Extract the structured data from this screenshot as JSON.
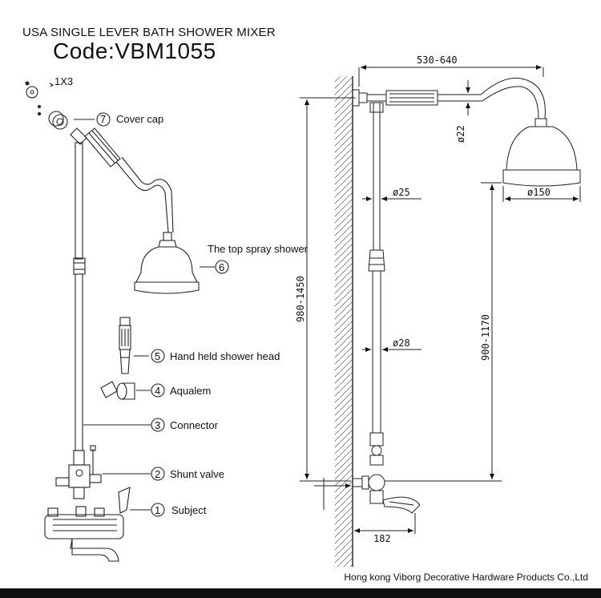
{
  "header": {
    "subtitle": "USA SINGLE LEVER BATH SHOWER MIXER",
    "code": "Code:VBM1055"
  },
  "parts": {
    "screw_qty": "1X3",
    "p7": {
      "num": "7",
      "label": "Cover cap"
    },
    "p6": {
      "num": "6",
      "label": "The top spray shower"
    },
    "p5": {
      "num": "5",
      "label": "Hand held shower head"
    },
    "p4": {
      "num": "4",
      "label": "Aqualem"
    },
    "p3": {
      "num": "3",
      "label": "Connector"
    },
    "p2": {
      "num": "2",
      "label": "Shunt valve"
    },
    "p1": {
      "num": "1",
      "label": "Subject"
    }
  },
  "dimensions": {
    "arm_length": "530-640",
    "arm_diameter": "ø22",
    "head_diameter": "ø150",
    "upper_pipe_diameter": "ø25",
    "lower_pipe_diameter": "ø28",
    "total_height": "980-1450",
    "head_height": "900-1170",
    "spout_projection": "182"
  },
  "footer": {
    "company": "Hong kong Viborg Decorative Hardware Products Co.,Ltd"
  }
}
